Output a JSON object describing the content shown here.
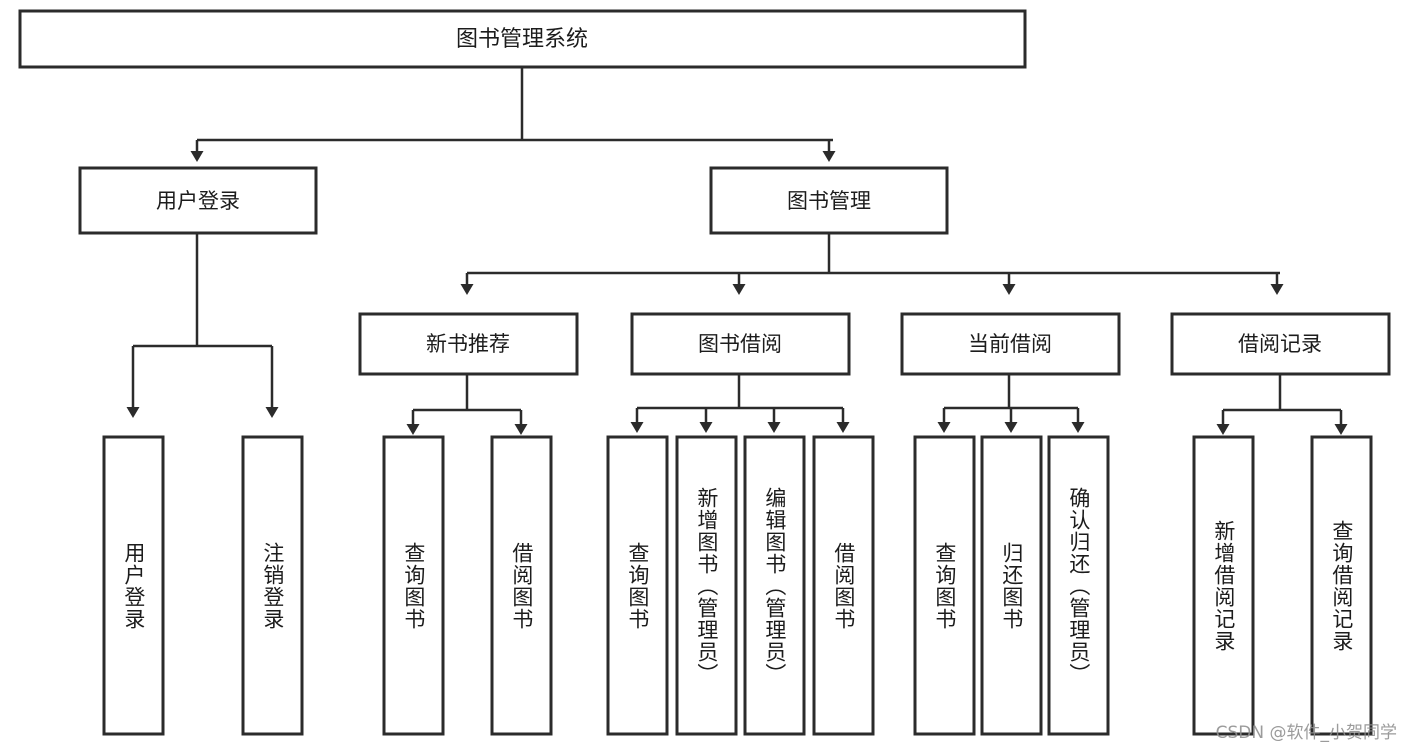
{
  "diagram": {
    "type": "tree",
    "title": "图书管理系统",
    "watermark": "CSDN @软件_小贺同学",
    "colors": {
      "stroke": "#2b2b2b",
      "fill": "#ffffff",
      "text": "#1c1c1c",
      "watermark": "#8e8e8e"
    },
    "root": {
      "label": "图书管理系统"
    },
    "level2": [
      {
        "label": "用户登录"
      },
      {
        "label": "图书管理"
      }
    ],
    "level3": [
      {
        "label": "新书推荐"
      },
      {
        "label": "图书借阅"
      },
      {
        "label": "当前借阅"
      },
      {
        "label": "借阅记录"
      }
    ],
    "leaves": {
      "user_login": [
        {
          "label": "用户登录"
        },
        {
          "label": "注销登录"
        }
      ],
      "new_book": [
        {
          "label": "查询图书"
        },
        {
          "label": "借阅图书"
        }
      ],
      "borrow_book": [
        {
          "label": "查询图书"
        },
        {
          "label": "新增图书（管理员）"
        },
        {
          "label": "编辑图书（管理员）"
        },
        {
          "label": "借阅图书"
        }
      ],
      "current_borrow": [
        {
          "label": "查询图书"
        },
        {
          "label": "归还图书"
        },
        {
          "label": "确认归还（管理员）"
        }
      ],
      "borrow_record": [
        {
          "label": "新增借阅记录"
        },
        {
          "label": "查询借阅记录"
        }
      ]
    }
  }
}
